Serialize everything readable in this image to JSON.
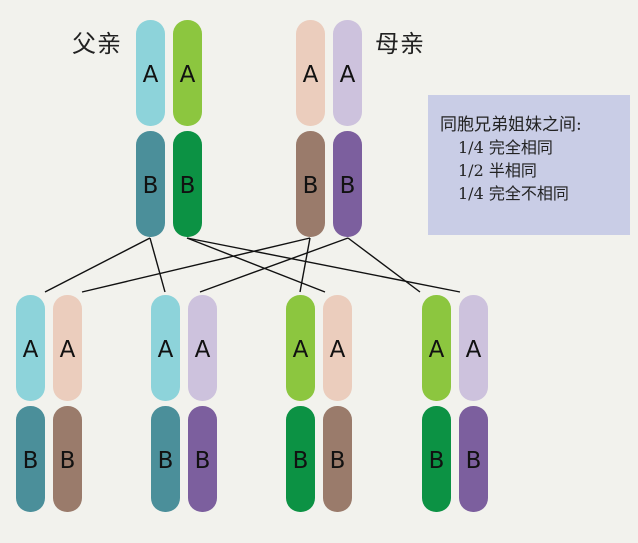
{
  "labels": {
    "father": "父亲",
    "mother": "母亲"
  },
  "info": {
    "title": "同胞兄弟姐妹之间:",
    "lines": [
      "1/4 完全相同",
      "1/2 半相同",
      "1/4 完全不相同"
    ]
  },
  "colors": {
    "father_a1": "#8dd3da",
    "father_a2": "#8cc63f",
    "father_b1": "#4b8f9a",
    "father_b2": "#0c9244",
    "mother_a1": "#ebcdbd",
    "mother_a2": "#cdc2dd",
    "mother_b1": "#9a7b6b",
    "mother_b2": "#7c5f9e",
    "background": "#f2f2ed",
    "info_box": "#c9cde6"
  },
  "gene_labels": {
    "upper": "A",
    "lower": "B"
  },
  "children": [
    {
      "chromosomes": [
        "father_1",
        "mother_1"
      ]
    },
    {
      "chromosomes": [
        "father_1",
        "mother_2"
      ]
    },
    {
      "chromosomes": [
        "father_2",
        "mother_1"
      ]
    },
    {
      "chromosomes": [
        "father_2",
        "mother_2"
      ]
    }
  ]
}
